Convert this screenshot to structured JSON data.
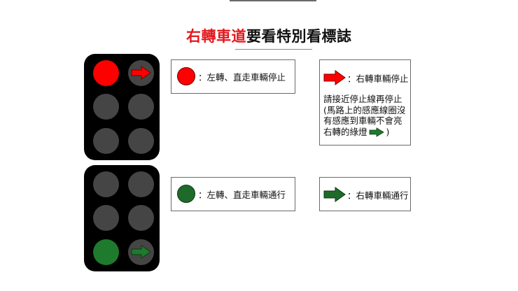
{
  "title": {
    "highlight": "右轉車道",
    "rest": "要看特別看標誌",
    "highlight_color": "#e4161b"
  },
  "signals": [
    {
      "id": "stop",
      "lamps": [
        [
          "red",
          "arrow-red"
        ],
        [
          "off",
          "off"
        ],
        [
          "off",
          "off"
        ]
      ]
    },
    {
      "id": "go",
      "lamps": [
        [
          "off",
          "off"
        ],
        [
          "off",
          "off"
        ],
        [
          "green",
          "arrow-green"
        ]
      ]
    }
  ],
  "legend": {
    "red_circle": {
      "icon": "red-circle-icon",
      "text": "：左轉、直走車輛停止"
    },
    "red_arrow": {
      "icon": "red-arrow-icon",
      "text": "：右轉車輛停止",
      "note_lines": [
        "請接近停止線再停止",
        "(馬路上的感應線圈沒",
        "有感應到車輛不會亮",
        "右轉的綠燈"
      ],
      "note_end": ")"
    },
    "green_circle": {
      "icon": "green-circle-icon",
      "text": "：左轉、直走車輛通行"
    },
    "green_arrow": {
      "icon": "green-arrow-icon",
      "text": "：右轉車輛通行"
    }
  },
  "colors": {
    "red": "#ff0000",
    "green": "#1e7a2d",
    "lamp_off": "#454545",
    "housing": "#000000"
  }
}
